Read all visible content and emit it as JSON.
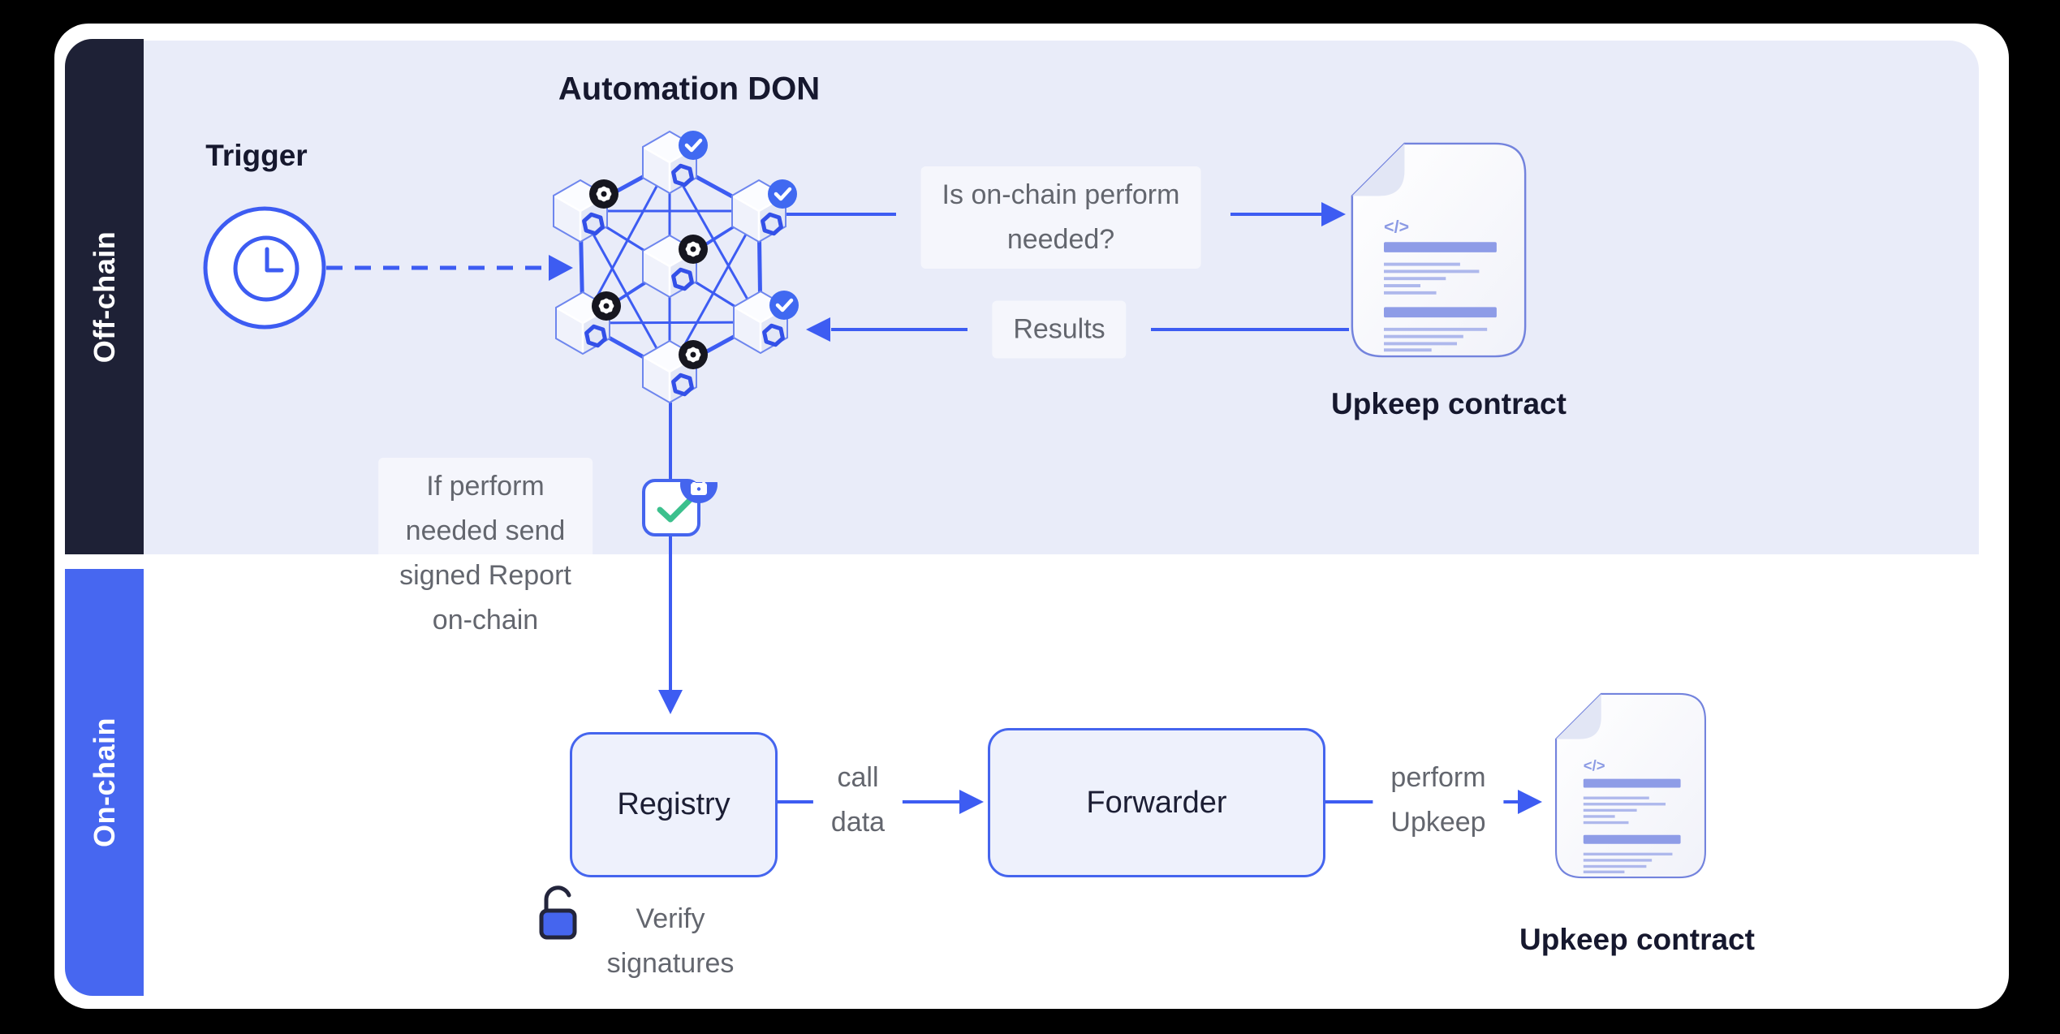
{
  "sidebar": {
    "off_chain": "Off-chain",
    "on_chain": "On-chain"
  },
  "off_chain_section": {
    "don_title": "Automation DON",
    "trigger_label": "Trigger",
    "question_label": "Is on-chain perform\nneeded?",
    "results_label": "Results",
    "report_note": "If perform\nneeded send\nsigned Report\non-chain",
    "upkeep_contract_label": "Upkeep contract"
  },
  "on_chain_section": {
    "registry_label": "Registry",
    "forwarder_label": "Forwarder",
    "call_data_label": "call\ndata",
    "perform_upkeep_label": "perform\nUpkeep",
    "verify_signatures_label": "Verify\nsignatures",
    "upkeep_contract_label": "Upkeep contract"
  },
  "icons": {
    "code_glyph": "</>",
    "clock": "clock-icon",
    "check": "check-badge",
    "gear": "gear-badge",
    "lock_closed": "lock-icon",
    "lock_open": "unlock-icon",
    "document": "contract-document-icon"
  },
  "colors": {
    "accent_blue": "#3d5cf2",
    "sidebar_blue": "#4767f0",
    "dark_navy": "#1e2136",
    "panel_lavender": "#e9ecf9",
    "gray_text": "#63666e",
    "green_check": "#3cc08d",
    "doc_bar": "#8e9ce7"
  }
}
